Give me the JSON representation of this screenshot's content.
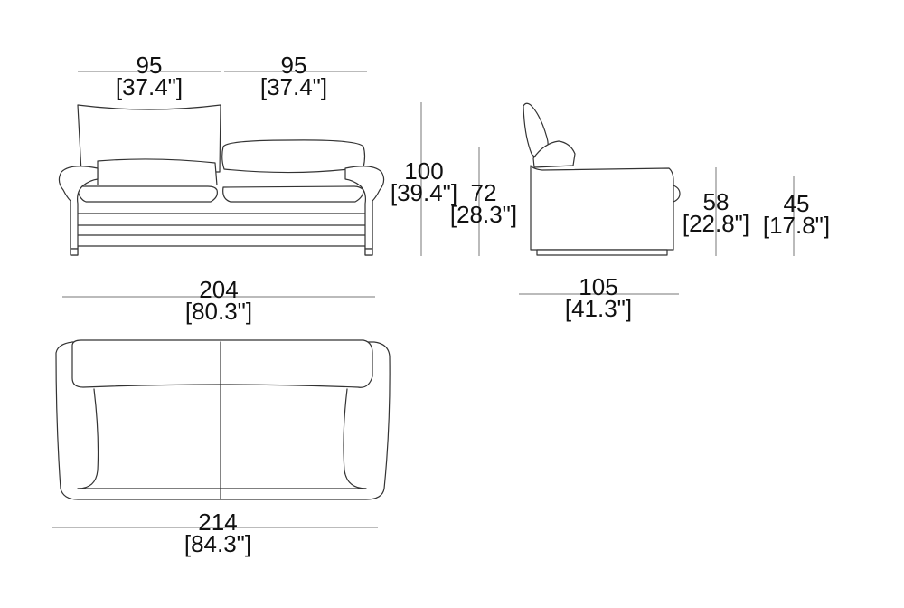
{
  "dimensions": {
    "seat_left_width": {
      "cm": "95",
      "in": "[37.4\"]"
    },
    "seat_right_width": {
      "cm": "95",
      "in": "[37.4\"]"
    },
    "total_height": {
      "cm": "100",
      "in": "[39.4\"]"
    },
    "back_height": {
      "cm": "72",
      "in": "[28.3\"]"
    },
    "arm_height": {
      "cm": "58",
      "in": "[22.8\"]"
    },
    "seat_height": {
      "cm": "45",
      "in": "[17.8\"]"
    },
    "depth": {
      "cm": "105",
      "in": "[41.3\"]"
    },
    "inner_width": {
      "cm": "204",
      "in": "[80.3\"]"
    },
    "total_width": {
      "cm": "214",
      "in": "[84.3\"]"
    }
  },
  "colors": {
    "line": "#333333",
    "dim_line": "#777777",
    "text": "#111111"
  }
}
